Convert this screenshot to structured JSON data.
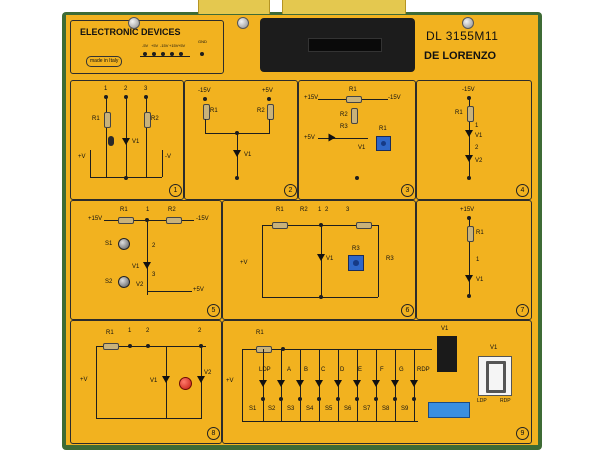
{
  "board": {
    "title": "ELECTRONIC DEVICES",
    "made_in": "made in Italy",
    "model": "DL 3155M11",
    "brand": "DE LORENZO",
    "power_labels": [
      "-5V",
      "+5V",
      "-15V",
      "+15V",
      "+5V"
    ],
    "gnd_label": "GND"
  },
  "modules": [
    {
      "number": "1",
      "labels": [
        "1",
        "2",
        "3",
        "R1",
        "R2",
        "V1",
        "+V",
        "-V"
      ]
    },
    {
      "number": "2",
      "labels": [
        "-15V",
        "+5V",
        "R1",
        "R2",
        "V1"
      ]
    },
    {
      "number": "3",
      "labels": [
        "+15V",
        "-15V",
        "R1",
        "R2",
        "R3",
        "+5V",
        "R1",
        "V1"
      ]
    },
    {
      "number": "4",
      "labels": [
        "-15V",
        "R1",
        "1",
        "V1",
        "2",
        "V2"
      ]
    },
    {
      "number": "5",
      "labels": [
        "+15V",
        "R1",
        "R2",
        "-15V",
        "S1",
        "V1",
        "S2",
        "V2",
        "+5V",
        "1",
        "2",
        "3"
      ]
    },
    {
      "number": "6",
      "labels": [
        "R1",
        "R2",
        "1",
        "2",
        "3",
        "+V",
        "V1",
        "R3",
        "R3"
      ]
    },
    {
      "number": "7",
      "labels": [
        "+15V",
        "R1",
        "1",
        "V1"
      ]
    },
    {
      "number": "8",
      "labels": [
        "R1",
        "1",
        "2",
        "2",
        "+V",
        "V1",
        "V2"
      ]
    },
    {
      "number": "9",
      "labels": [
        "R1",
        "+V",
        "LDP",
        "A",
        "B",
        "C",
        "D",
        "E",
        "F",
        "G",
        "RDP",
        "S1",
        "S2",
        "S3",
        "S4",
        "S5",
        "S6",
        "S7",
        "S8",
        "S9",
        "V1",
        "V1",
        "LDP",
        "RDP"
      ]
    }
  ],
  "colors": {
    "panel": "#f2b21f",
    "pcb": "#3e6b35",
    "trace": "#1e1e1e",
    "potentiometer": "#2f67c8",
    "led": "#d8261a"
  }
}
